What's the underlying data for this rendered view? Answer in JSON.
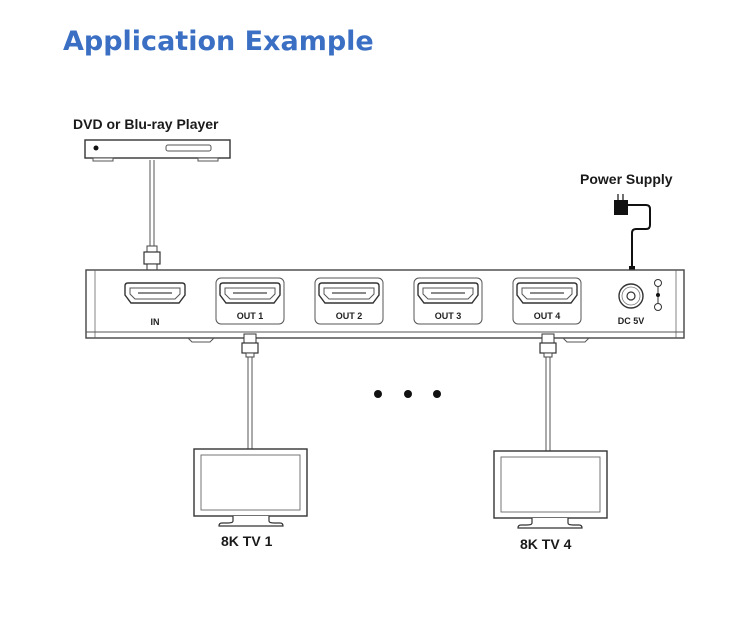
{
  "title": "Application Example",
  "source": {
    "label": "DVD or Blu-ray Player",
    "icon": "dvd-player-icon"
  },
  "power": {
    "label": "Power Supply",
    "icon": "power-adapter-icon"
  },
  "splitter": {
    "ports": [
      {
        "id": "in",
        "label": "IN"
      },
      {
        "id": "out1",
        "label": "OUT 1"
      },
      {
        "id": "out2",
        "label": "OUT 2"
      },
      {
        "id": "out3",
        "label": "OUT 3"
      },
      {
        "id": "out4",
        "label": "OUT 4"
      }
    ],
    "power_port_label": "DC 5V"
  },
  "ellipsis": "• • •",
  "displays": [
    {
      "label": "8K TV 1",
      "connected_port": "OUT 1"
    },
    {
      "label": "8K TV 4",
      "connected_port": "OUT 4"
    }
  ],
  "colors": {
    "title": "#3a6fc3",
    "line": "#333333",
    "text": "#1a1a1a"
  }
}
